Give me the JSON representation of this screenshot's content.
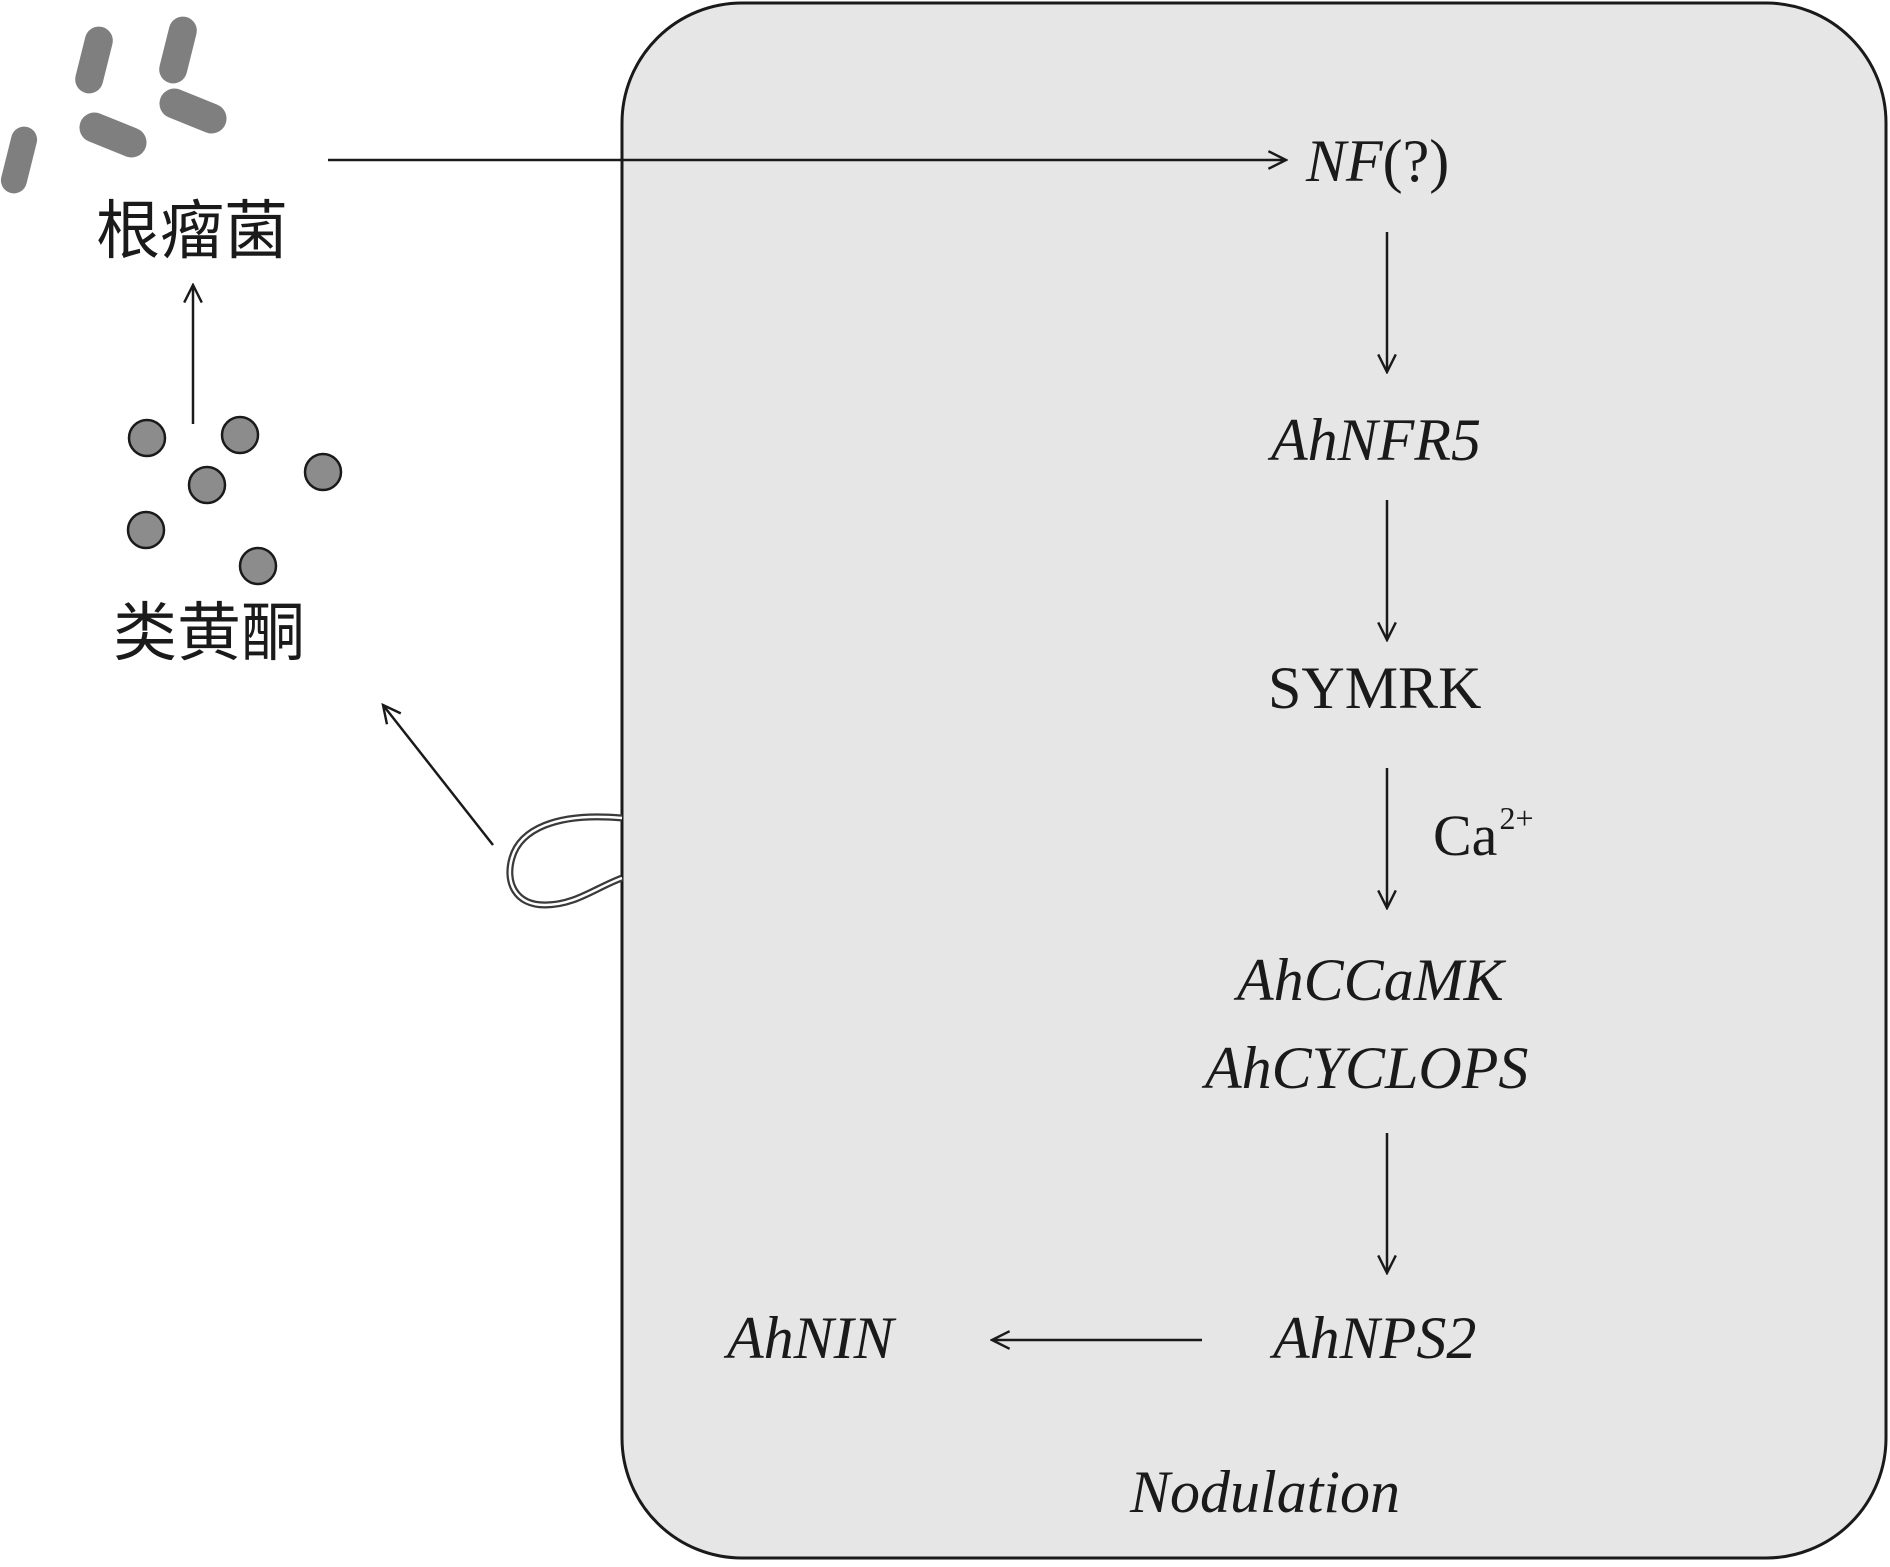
{
  "colors": {
    "cell_fill": "#e6e6e6",
    "stroke": "#1a1a1a",
    "bacteria": "#7f7f7f",
    "flavonoid": "#8c8c8c",
    "background": "#ffffff"
  },
  "labels": {
    "rhizobia": "根瘤菌",
    "flavonoids": "类黄酮",
    "nf_italic": "NF",
    "nf_suffix": "(?)",
    "ahnfr5": "AhNFR5",
    "symrk": "SYMRK",
    "calcium": "Ca",
    "calcium_charge": "2+",
    "ahccamk": "AhCCaMK",
    "ahcyclops": "AhCYCLOPS",
    "ahnps2": "AhNPS2",
    "ahnin": "AhNIN",
    "nodulation": "Nodulation"
  },
  "icons": {
    "bacteria": "rhizobia-rod-icons",
    "flavonoid": "flavonoid-dot-icons",
    "root_hair": "root-hair-icon"
  }
}
